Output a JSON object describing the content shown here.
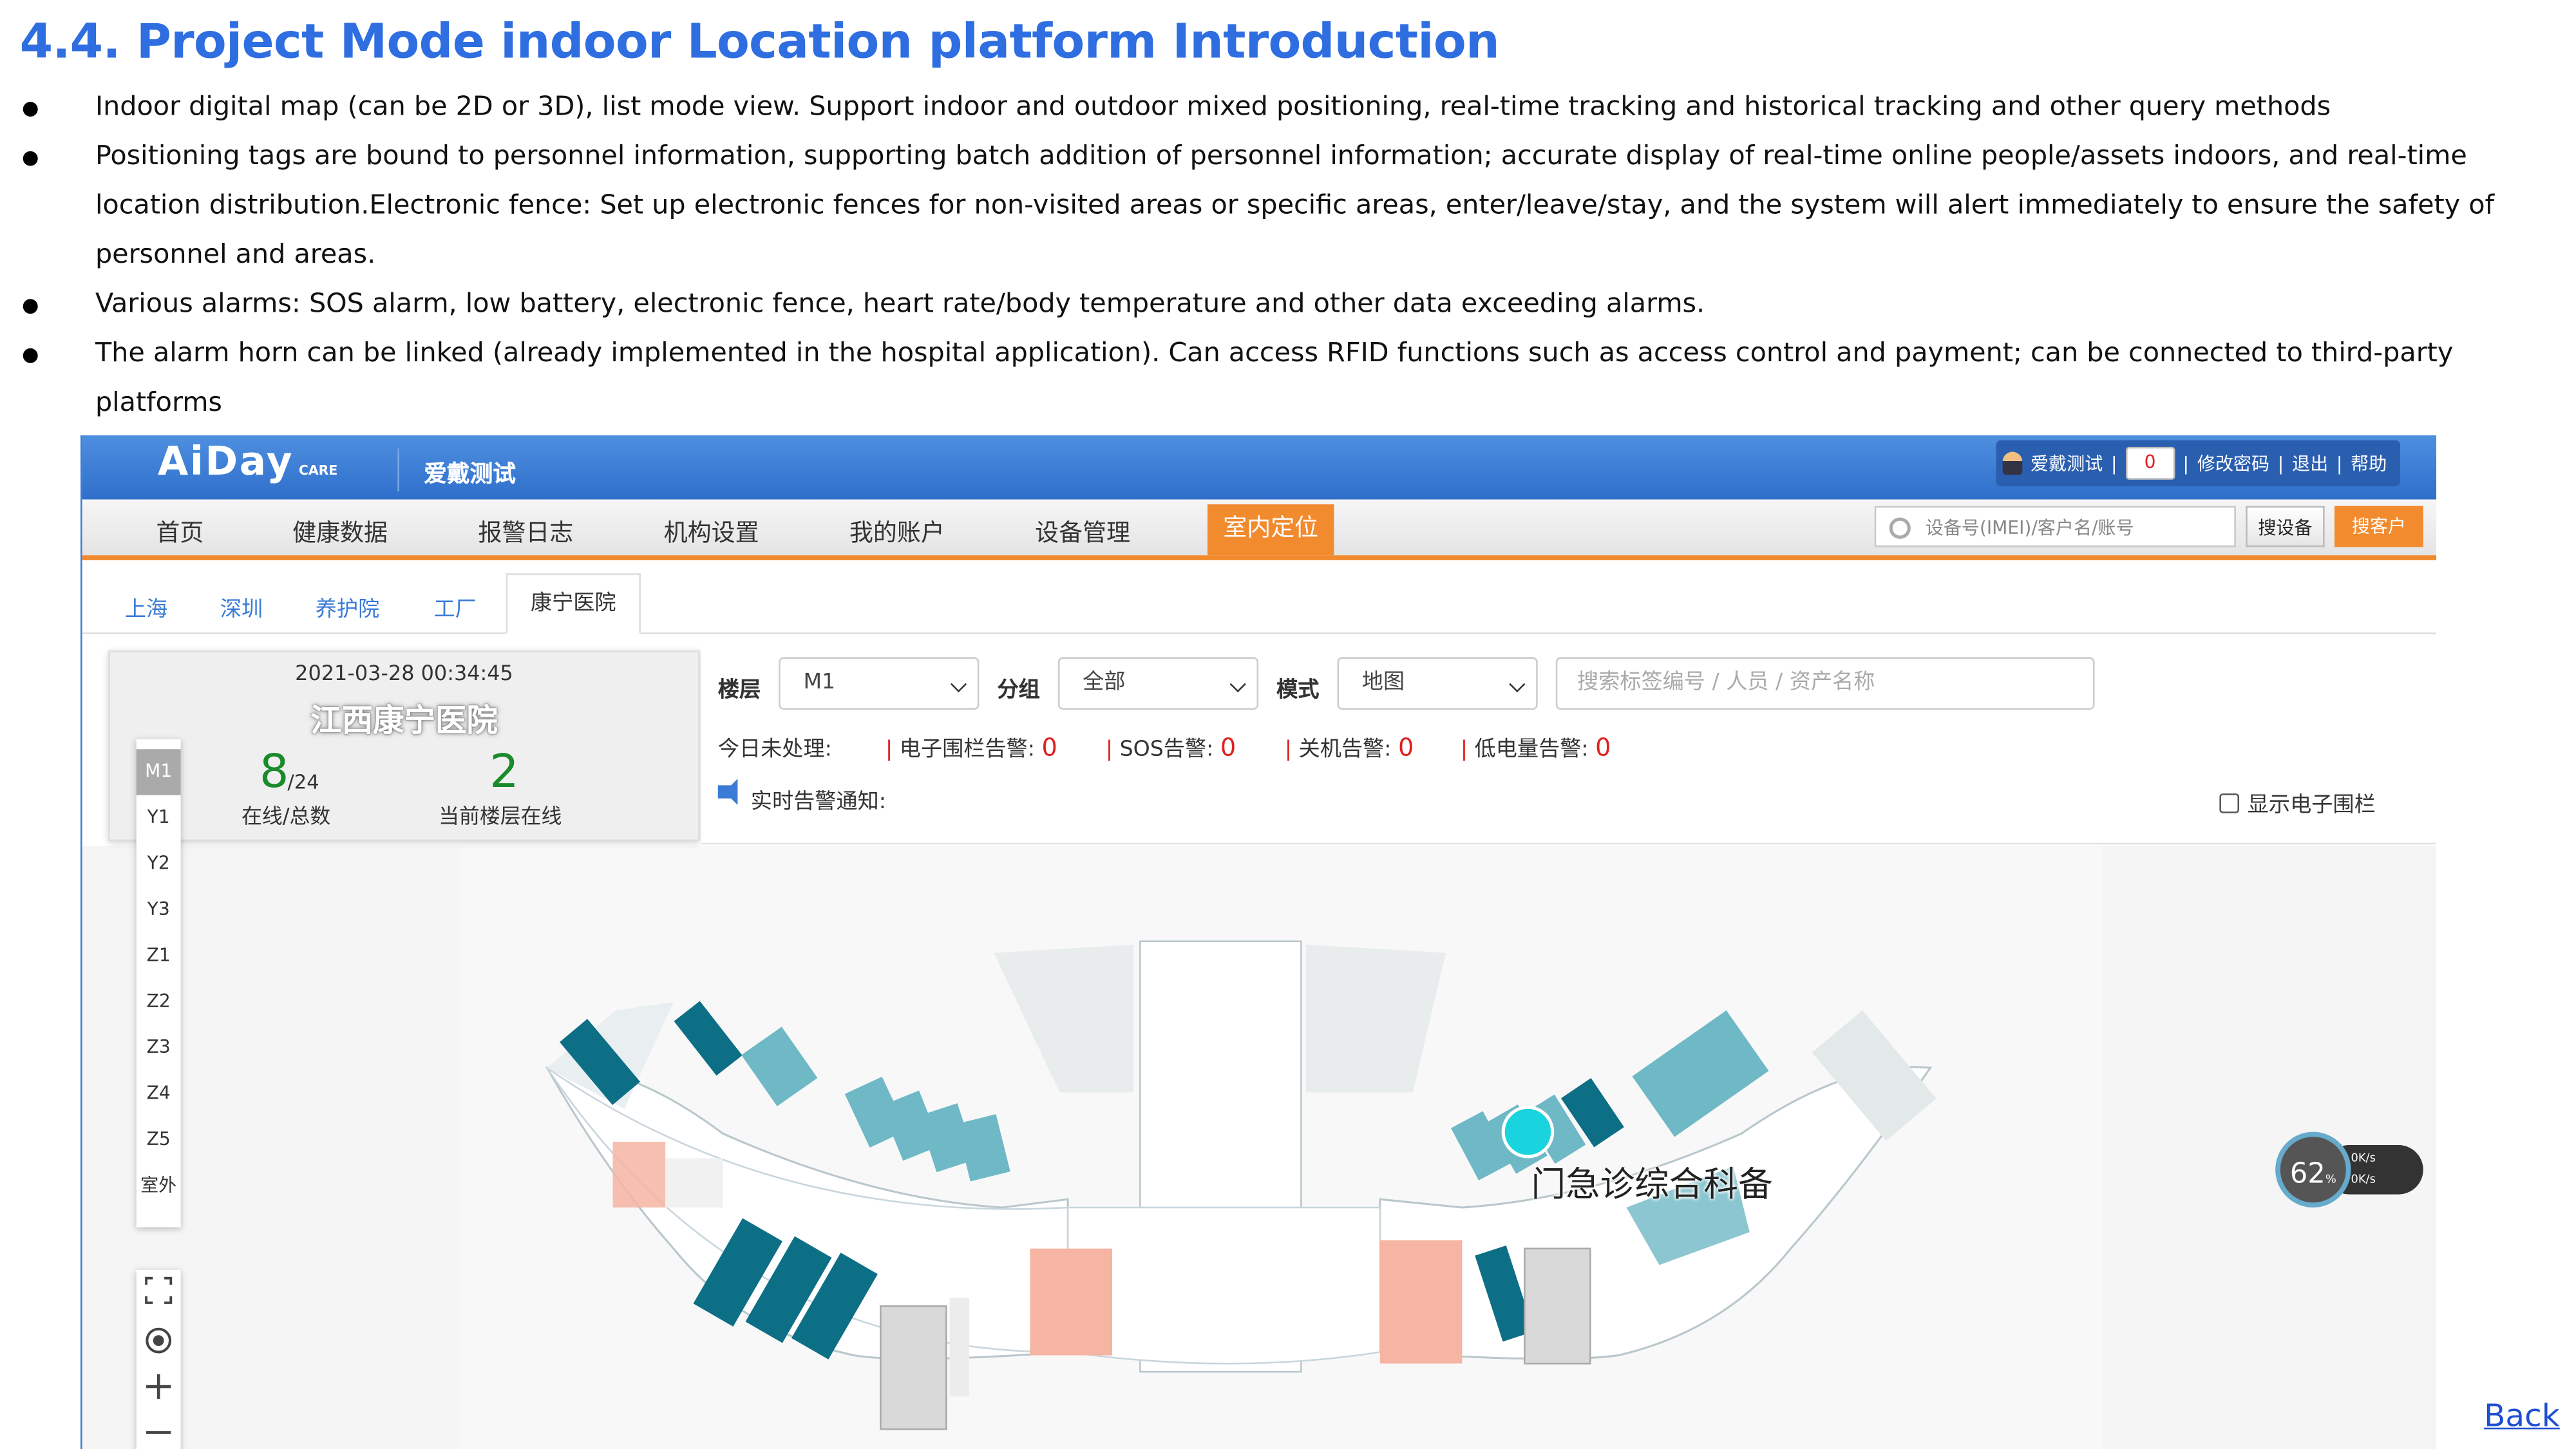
{
  "title": "4.4. Project Mode indoor Location platform Introduction",
  "bullets": [
    "Indoor digital map (can be 2D or 3D), list mode view. Support indoor and outdoor mixed positioning, real-time tracking and historical tracking and other query methods",
    "Positioning tags are bound to personnel information, supporting batch addition of personnel information; accurate display of real-time online people/assets indoors, and real-time location distribution.Electronic fence: Set up electronic fences for non-visited areas or specific areas, enter/leave/stay, and the system will alert immediately to ensure the safety of personnel and areas.",
    "Various alarms: SOS alarm, low battery, electronic fence, heart rate/body temperature and other data exceeding alarms.",
    "The alarm horn can be linked (already implemented in the hospital application). Can access RFID functions such as access control and payment; can be connected to third-party platforms"
  ],
  "back_link": "Back",
  "app": {
    "logo": "AiDay",
    "logo_sub": "CARE",
    "app_name": "爱戴测试",
    "user": "爱戴测试",
    "badge": "0",
    "links": [
      "修改密码",
      "退出",
      "帮助"
    ],
    "nav": [
      "首页",
      "健康数据",
      "报警日志",
      "机构设置",
      "我的账户",
      "设备管理",
      "室内定位"
    ],
    "search_placeholder": "设备号(IMEI)/客户名/账号",
    "search_device_btn": "搜设备",
    "search_customer_btn": "搜客户",
    "tabs": [
      "上海",
      "深圳",
      "养护院",
      "工厂",
      "康宁医院"
    ],
    "info": {
      "datetime": "2021-03-28 00:34:45",
      "hospital": "江西康宁医院",
      "online": "8",
      "total": "/24",
      "online_label": "在线/总数",
      "floor_online": "2",
      "floor_online_label": "当前楼层在线"
    },
    "floors": [
      "M1",
      "Y1",
      "Y2",
      "Y3",
      "Z1",
      "Z2",
      "Z3",
      "Z4",
      "Z5",
      "室外"
    ],
    "filters": {
      "floor_label": "楼层",
      "floor_value": "M1",
      "group_label": "分组",
      "group_value": "全部",
      "mode_label": "模式",
      "mode_value": "地图",
      "search_placeholder": "搜索标签编号 / 人员 / 资产名称"
    },
    "alarms": {
      "unhandled_label": "今日未处理:",
      "items": [
        {
          "label": "电子围栏告警:",
          "count": "0"
        },
        {
          "label": "SOS告警:",
          "count": "0"
        },
        {
          "label": "关机告警:",
          "count": "0"
        },
        {
          "label": "低电量告警:",
          "count": "0"
        }
      ]
    },
    "notice_label": "实时告警通知:",
    "show_fence_label": "显示电子围栏",
    "dept_label": "门急诊综合科备",
    "speed": {
      "percent": "62",
      "unit": "%",
      "up": "0K/s",
      "down": "0K/s"
    },
    "colors": {
      "teal": "#0d6f85",
      "teal_light": "#6fb8c6",
      "salmon": "#f6b4a2",
      "accent": "#f28a2e",
      "bar": "#3a7bd5"
    }
  }
}
